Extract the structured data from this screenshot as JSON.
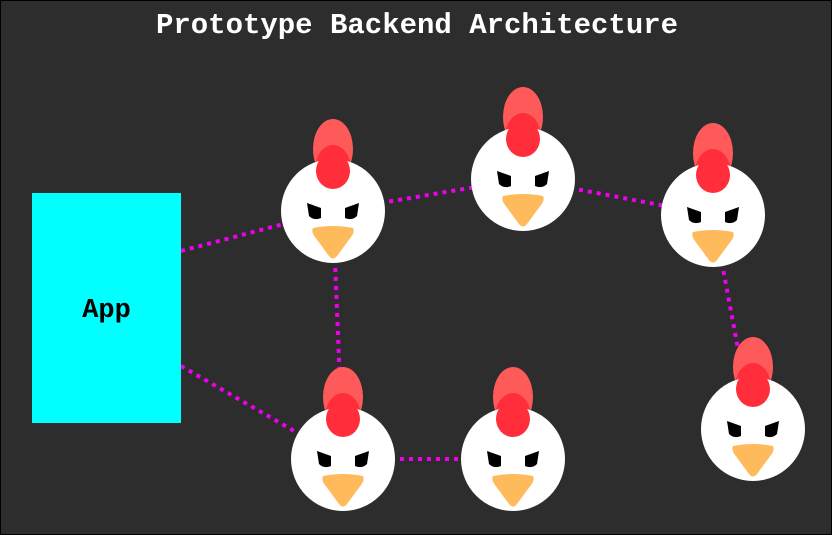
{
  "diagram": {
    "title": "Prototype Backend Architecture",
    "app_label": "App",
    "colors": {
      "background": "#2d2d2d",
      "app_box": "#00ffff",
      "connector": "#ee00ee",
      "chicken_face": "#ffffff",
      "chicken_comb_light": "#ff5a5a",
      "chicken_comb_dark": "#ff2e3a",
      "chicken_beak": "#ffba5c",
      "chicken_eye": "#000000"
    },
    "nodes": [
      {
        "id": "app",
        "type": "app-box",
        "icon": "app-box"
      },
      {
        "id": "chicken-1",
        "type": "server",
        "icon": "chicken-icon"
      },
      {
        "id": "chicken-2",
        "type": "server",
        "icon": "chicken-icon"
      },
      {
        "id": "chicken-3",
        "type": "server",
        "icon": "chicken-icon"
      },
      {
        "id": "chicken-4",
        "type": "server",
        "icon": "chicken-icon"
      },
      {
        "id": "chicken-5",
        "type": "server",
        "icon": "chicken-icon"
      },
      {
        "id": "chicken-6",
        "type": "server",
        "icon": "chicken-icon"
      }
    ],
    "edges": [
      {
        "from": "app",
        "to": "chicken-1"
      },
      {
        "from": "app",
        "to": "chicken-5"
      },
      {
        "from": "chicken-1",
        "to": "chicken-2"
      },
      {
        "from": "chicken-2",
        "to": "chicken-3"
      },
      {
        "from": "chicken-3",
        "to": "chicken-4"
      },
      {
        "from": "chicken-1",
        "to": "chicken-5"
      },
      {
        "from": "chicken-5",
        "to": "chicken-6"
      }
    ]
  }
}
